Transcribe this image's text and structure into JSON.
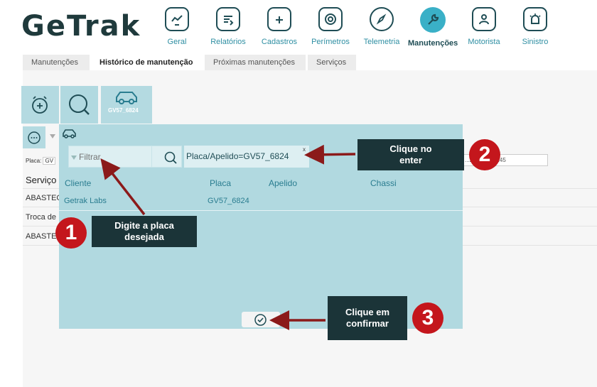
{
  "app": {
    "logo": "GeTrak"
  },
  "nav": [
    {
      "label": "Geral",
      "icon": "monitor-chart-icon"
    },
    {
      "label": "Relatórios",
      "icon": "report-icon"
    },
    {
      "label": "Cadastros",
      "icon": "folder-plus-icon"
    },
    {
      "label": "Perímetros",
      "icon": "target-icon"
    },
    {
      "label": "Telemetria",
      "icon": "compass-icon"
    },
    {
      "label": "Manutenções",
      "icon": "wrench-icon",
      "active": true
    },
    {
      "label": "Motorista",
      "icon": "driver-icon"
    },
    {
      "label": "Sinistro",
      "icon": "siren-icon"
    }
  ],
  "tabs": [
    {
      "label": "Manutenções"
    },
    {
      "label": "Histórico de manutenção",
      "active": true
    },
    {
      "label": "Próximas manutenções"
    },
    {
      "label": "Serviços"
    }
  ],
  "toolbar": {
    "plate_label": "GV57_6824"
  },
  "background": {
    "filter_label": "Placa:",
    "filter_value": "GV",
    "date_value": "...2021 16:56:45",
    "column_header": "Serviço",
    "rows": [
      "ABASTEC",
      "Troca de",
      "ABASTE"
    ]
  },
  "modal": {
    "filter_placeholder": "Filtrar",
    "tag_text": "Placa/Apelido=GV57_6824",
    "tag_close": "x",
    "columns": {
      "cliente": "Cliente",
      "placa": "Placa",
      "apelido": "Apelido",
      "chassi": "Chassi"
    },
    "result": {
      "cliente": "Getrak Labs",
      "placa": "GV57_6824",
      "apelido": "",
      "chassi": ""
    }
  },
  "callouts": [
    {
      "number": "1",
      "text_line1": "Digite a placa",
      "text_line2": "desejada"
    },
    {
      "number": "2",
      "text_line1": "Clique no",
      "text_line2": "enter"
    },
    {
      "number": "3",
      "text_line1": "Clique em",
      "text_line2": "confirmar"
    }
  ],
  "colors": {
    "accent": "#3ab0c7",
    "panel": "#b1d9e0",
    "dark": "#1b3438",
    "marker": "#c4161c",
    "arrow": "#8b1a1a"
  }
}
